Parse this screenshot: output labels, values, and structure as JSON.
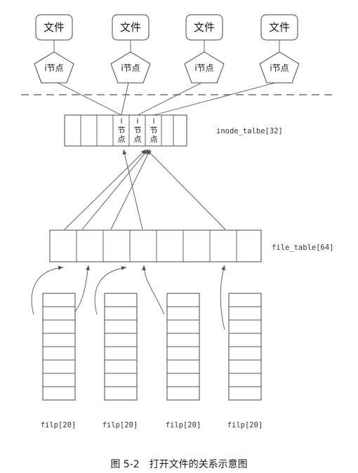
{
  "files": [
    {
      "label": "文件",
      "node": "i节点"
    },
    {
      "label": "文件",
      "node": "i节点"
    },
    {
      "label": "文件",
      "node": "i节点"
    },
    {
      "label": "文件",
      "node": "i节点"
    }
  ],
  "inode_table": {
    "label": "inode_talbe[32]",
    "slot_chars": [
      "i",
      "节",
      "点"
    ]
  },
  "file_table": {
    "label": "file_table[64]"
  },
  "filp_tables": [
    {
      "label": "filp[20]"
    },
    {
      "label": "filp[20]"
    },
    {
      "label": "filp[20]"
    },
    {
      "label": "filp[20]"
    }
  ],
  "caption": "图 5-2　打开文件的关系示意图"
}
